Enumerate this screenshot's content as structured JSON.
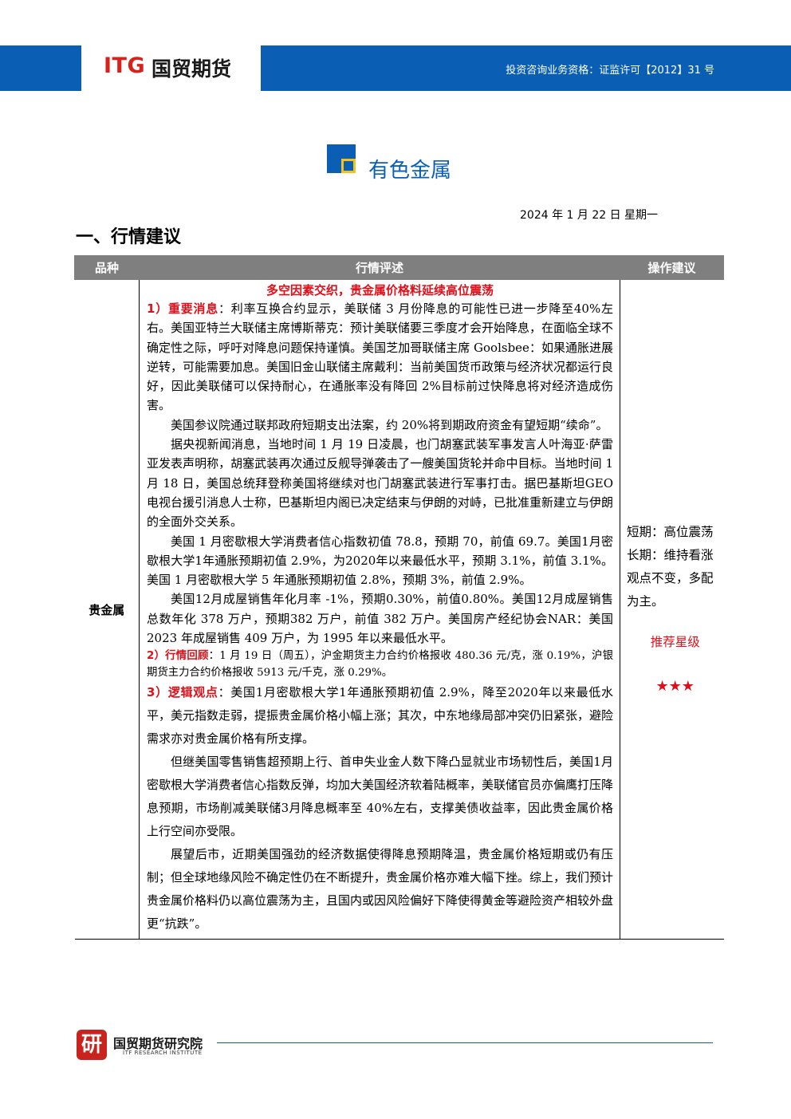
{
  "header": {
    "logo_itg": "ITG",
    "logo_cn": "国贸期货",
    "license": "投资咨询业务资格：证监许可【2012】31 号"
  },
  "section": {
    "title": "有色金属",
    "date": "2024 年 1 月 22 日  星期一",
    "heading": "一、行情建议"
  },
  "table": {
    "headers": [
      "品种",
      "行情评述",
      "操作建议"
    ],
    "variety": "贵金属",
    "comment_title": "多空因素交织，贵金属价格料延续高位震荡",
    "p1_label": "1）重要消息",
    "p1_text": "：利率互换合约显示，美联储 3 月份降息的可能性已进一步降至40%左右。美国亚特兰大联储主席博斯蒂克：预计美联储要三季度才会开始降息，在面临全球不确定性之际，呼吁对降息问题保持谨慎。美国芝加哥联储主席 Goolsbee：如果通胀进展逆转，可能需要加息。美国旧金山联储主席戴利：当前美国货币政策与经济状况都运行良好，因此美联储可以保持耐心，在通胀率没有降回 2%目标前过快降息将对经济造成伤害。",
    "p2": "美国参议院通过联邦政府短期支出法案，约 20%将到期政府资金有望短期“续命”。",
    "p3": "据央视新闻消息，当地时间 1 月 19 日凌晨，也门胡塞武装军事发言人叶海亚·萨雷亚发表声明称，胡塞武装再次通过反舰导弹袭击了一艘美国货轮并命中目标。当地时间 1 月 18 日，美国总统拜登称美国将继续对也门胡塞武装进行军事打击。据巴基斯坦GEO电视台援引消息人士称，巴基斯坦内阁已决定结束与伊朗的对峙，已批准重新建立与伊朗的全面外交关系。",
    "p4": "美国 1 月密歇根大学消费者信心指数初值 78.8，预期 70，前值 69.7。美国1月密歇根大学1年通胀预期初值 2.9%，为2020年以来最低水平，预期 3.1%，前值 3.1%。美国 1 月密歇根大学 5 年通胀预期初值 2.8%，预期 3%，前值 2.9%。",
    "p5": "美国12月成屋销售年化月率 -1%，预期0.30%，前值0.80%。美国12月成屋销售总数年化 378 万户，预期382 万户，前值 382 万户。美国房产经纪协会NAR：美国 2023 年成屋销售 409 万户，为 1995 年以来最低水平。",
    "p6_label": "2）行情回顾",
    "p6_text": "：1 月 19 日（周五），沪金期货主力合约价格报收 480.36 元/克，涨 0.19%，沪银期货主力合约价格报收 5913 元/千克，涨 0.29%。",
    "p7_label": "3）逻辑观点",
    "p7_text": "：美国1月密歇根大学1年通胀预期初值 2.9%，降至2020年以来最低水平，美元指数走弱，提振贵金属价格小幅上涨；其次，中东地缘局部冲突仍旧紧张，避险需求亦对贵金属价格有所支撑。",
    "p8": "但继美国零售销售超预期上行、首申失业金人数下降凸显就业市场韧性后，美国1月密歇根大学消费者信心指数反弹，均加大美国经济软着陆概率，美联储官员亦偏鹰打压降息预期，市场削减美联储3月降息概率至 40%左右，支撑美债收益率，因此贵金属价格上行空间亦受限。",
    "p9": "展望后市，近期美国强劲的经济数据使得降息预期降温，贵金属价格短期或仍有压制；但全球地缘风险不确定性仍在不断提升，贵金属价格亦难大幅下挫。综上，我们预计贵金属价格料仍以高位震荡为主，且国内或因风险偏好下降使得黄金等避险资产相较外盘更“抗跌”。",
    "ops_short": "短期：高位震荡",
    "ops_long": "长期：维持看涨观点不变，多配为主。",
    "rec_label": "推荐星级",
    "stars": "★★★"
  },
  "footer": {
    "seal": "研",
    "name": "国贸期货研究院",
    "sub": "ITF RESEARCH INSTITUTE"
  },
  "colors": {
    "brand_blue": "#0a5fb4",
    "accent_red": "#e0101a",
    "accent_yellow": "#f4c21b",
    "header_gray": "#7f7f7f"
  }
}
